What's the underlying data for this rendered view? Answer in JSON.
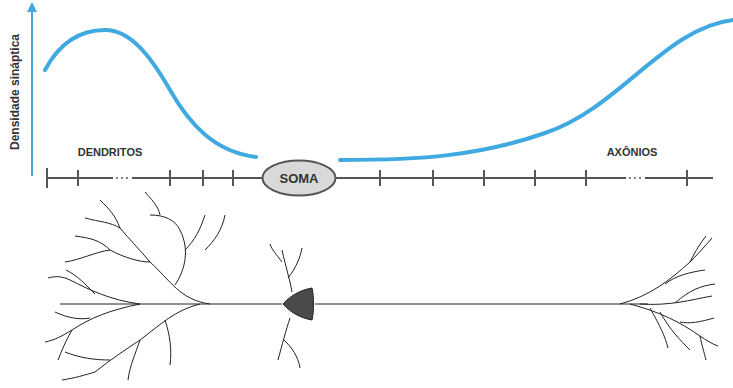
{
  "diagram": {
    "nodes": [
      {
        "text": [
          "SOMA"
        ]
      }
    ],
    "labels": [
      "Densidade sináptica",
      "DENDRITOS",
      "AXÔNIOS"
    ]
  }
}
